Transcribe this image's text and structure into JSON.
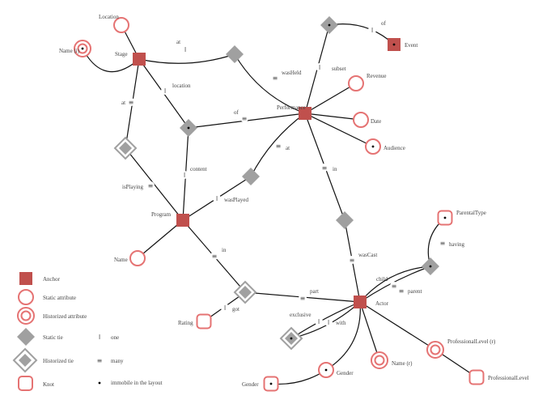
{
  "colors": {
    "anchor": "#c0504d",
    "attribute": "#e57373",
    "tie": "#a0a0a0",
    "edge": "#111111"
  },
  "nodes": [
    {
      "id": "stage",
      "type": "anchor",
      "label": "Stage"
    },
    {
      "id": "location",
      "type": "attribute",
      "label": "Location"
    },
    {
      "id": "stage_name",
      "type": "historized-attribute",
      "label": "Name (i)",
      "immobile": true
    },
    {
      "id": "tie_washeld",
      "type": "tie",
      "label": ""
    },
    {
      "id": "performance",
      "type": "anchor",
      "label": "Performance"
    },
    {
      "id": "tie_subset",
      "type": "tie",
      "label": "",
      "immobile": true
    },
    {
      "id": "event",
      "type": "anchor",
      "label": "Event",
      "immobile": true
    },
    {
      "id": "revenue",
      "type": "attribute",
      "label": "Revenue"
    },
    {
      "id": "date",
      "type": "attribute",
      "label": "Date"
    },
    {
      "id": "audience",
      "type": "attribute",
      "label": "Audience",
      "immobile": true
    },
    {
      "id": "tie_wascast",
      "type": "tie",
      "label": ""
    },
    {
      "id": "tie_content",
      "type": "tie",
      "label": "",
      "immobile": true
    },
    {
      "id": "tie_isplaying",
      "type": "historized-tie",
      "label": ""
    },
    {
      "id": "program",
      "type": "anchor",
      "label": "Program"
    },
    {
      "id": "tie_wasplayed",
      "type": "tie",
      "label": ""
    },
    {
      "id": "program_name",
      "type": "attribute",
      "label": "Name"
    },
    {
      "id": "tie_part",
      "type": "historized-tie",
      "label": ""
    },
    {
      "id": "rating",
      "type": "knot",
      "label": "Rating"
    },
    {
      "id": "actor",
      "type": "anchor",
      "label": "Actor"
    },
    {
      "id": "tie_parent",
      "type": "tie",
      "label": "",
      "immobile": true
    },
    {
      "id": "parentaltype",
      "type": "knot",
      "label": "ParentalType",
      "immobile": true
    },
    {
      "id": "tie_exclusive",
      "type": "historized-tie",
      "label": "",
      "immobile": true
    },
    {
      "id": "gender_attr",
      "type": "attribute",
      "label": "Gender",
      "immobile": true
    },
    {
      "id": "gender_knot",
      "type": "knot",
      "label": "Gender",
      "immobile": true
    },
    {
      "id": "actor_name",
      "type": "historized-attribute",
      "label": "Name (r)"
    },
    {
      "id": "proflevel_attr",
      "type": "historized-attribute",
      "label": "ProfessionalLevel (r)"
    },
    {
      "id": "proflevel_knot",
      "type": "knot",
      "label": "ProfessionalLevel"
    }
  ],
  "edges": [
    {
      "from": "stage",
      "to": "location",
      "mark": null,
      "role": ""
    },
    {
      "from": "stage",
      "to": "stage_name",
      "mark": null,
      "role": ""
    },
    {
      "from": "stage",
      "to": "tie_washeld",
      "mark": "one",
      "role": "at"
    },
    {
      "from": "tie_washeld",
      "to": "performance",
      "mark": "many",
      "role": "wasHeld"
    },
    {
      "from": "tie_subset",
      "to": "performance",
      "mark": "one",
      "role": "subset"
    },
    {
      "from": "tie_subset",
      "to": "event",
      "mark": "one",
      "role": "of"
    },
    {
      "from": "performance",
      "to": "revenue",
      "mark": null,
      "role": ""
    },
    {
      "from": "performance",
      "to": "date",
      "mark": null,
      "role": ""
    },
    {
      "from": "performance",
      "to": "audience",
      "mark": null,
      "role": ""
    },
    {
      "from": "performance",
      "to": "tie_wascast",
      "mark": "many",
      "role": "in"
    },
    {
      "from": "tie_wascast",
      "to": "actor",
      "mark": "many",
      "role": "wasCast"
    },
    {
      "from": "stage",
      "to": "tie_content",
      "mark": "one",
      "role": "location"
    },
    {
      "from": "tie_content",
      "to": "performance",
      "mark": "many",
      "role": "of"
    },
    {
      "from": "tie_content",
      "to": "program",
      "mark": "one",
      "role": "content"
    },
    {
      "from": "stage",
      "to": "tie_isplaying",
      "mark": "many",
      "role": "at"
    },
    {
      "from": "tie_isplaying",
      "to": "program",
      "mark": "many",
      "role": "isPlaying"
    },
    {
      "from": "performance",
      "to": "tie_wasplayed",
      "mark": "many",
      "role": "at"
    },
    {
      "from": "tie_wasplayed",
      "to": "program",
      "mark": "one",
      "role": "wasPlayed"
    },
    {
      "from": "program",
      "to": "program_name",
      "mark": null,
      "role": ""
    },
    {
      "from": "program",
      "to": "tie_part",
      "mark": "many",
      "role": "in"
    },
    {
      "from": "tie_part",
      "to": "actor",
      "mark": "many",
      "role": "part"
    },
    {
      "from": "tie_part",
      "to": "rating",
      "mark": "one",
      "role": "got"
    },
    {
      "from": "actor",
      "to": "tie_parent",
      "mark": "many",
      "role": "child"
    },
    {
      "from": "actor",
      "to": "tie_parent",
      "mark": "many",
      "role": "parent"
    },
    {
      "from": "tie_parent",
      "to": "parentaltype",
      "mark": "many",
      "role": "having"
    },
    {
      "from": "actor",
      "to": "tie_exclusive",
      "mark": "one",
      "role": "exclusive"
    },
    {
      "from": "actor",
      "to": "tie_exclusive",
      "mark": "one",
      "role": "with"
    },
    {
      "from": "actor",
      "to": "gender_attr",
      "mark": null,
      "role": ""
    },
    {
      "from": "gender_attr",
      "to": "gender_knot",
      "mark": null,
      "role": ""
    },
    {
      "from": "actor",
      "to": "actor_name",
      "mark": null,
      "role": ""
    },
    {
      "from": "actor",
      "to": "proflevel_attr",
      "mark": null,
      "role": ""
    },
    {
      "from": "proflevel_attr",
      "to": "proflevel_knot",
      "mark": null,
      "role": ""
    }
  ],
  "marks": {
    "one": "I",
    "many": "≡"
  },
  "legend": {
    "anchor": "Anchor",
    "static_attribute": "Static attribute",
    "historized_attribute": "Historized attribute",
    "static_tie": "Static tie",
    "historized_tie": "Historized tie",
    "knot": "Knot",
    "one": "one",
    "many": "many",
    "immobile": "immobile in the layout"
  }
}
